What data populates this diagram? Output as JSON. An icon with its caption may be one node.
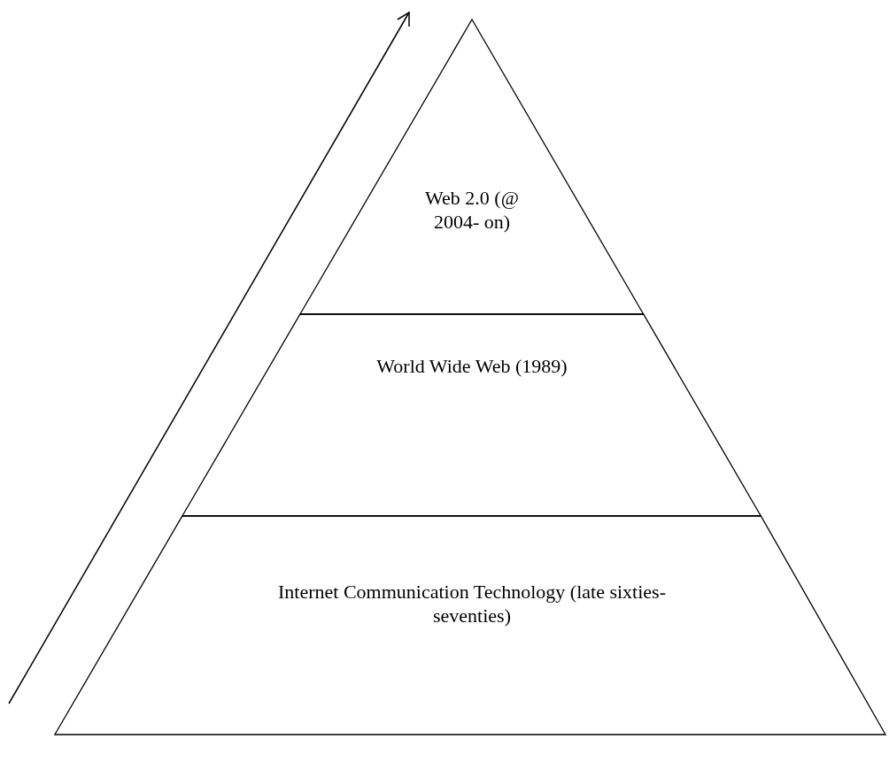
{
  "diagram": {
    "nodes": [
      {
        "text": [
          "Web 2.0 (@ 2004- on)"
        ]
      },
      {
        "text": [
          "World Wide Web (1989)"
        ]
      },
      {
        "text": [
          "Internet Communication Technology (late sixties- seventies)"
        ]
      }
    ]
  }
}
